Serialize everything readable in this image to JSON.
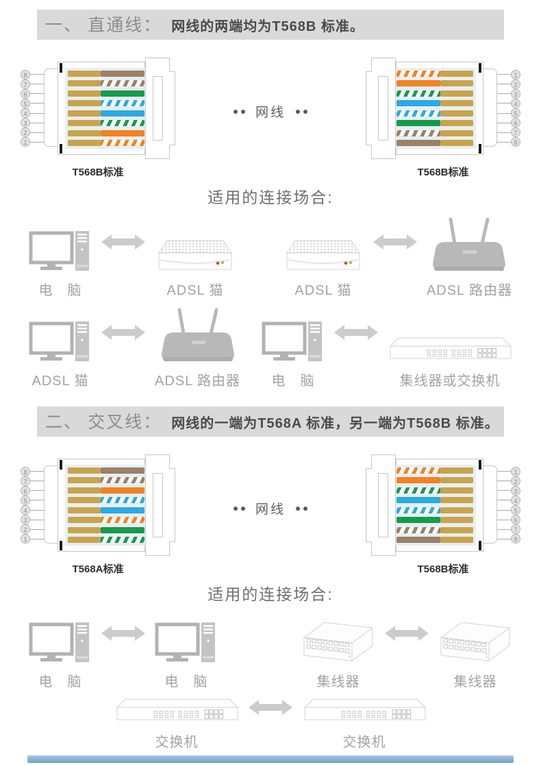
{
  "page": {
    "footer_bar": {
      "color_top": "#a9c8e2",
      "color_bottom": "#6f9fc8"
    }
  },
  "wiring": {
    "standards": {
      "T568A": [
        "green-stripe",
        "green",
        "orange-stripe",
        "blue",
        "blue-stripe",
        "orange",
        "brown-stripe",
        "brown"
      ],
      "T568B": [
        "orange-stripe",
        "orange",
        "green-stripe",
        "blue",
        "blue-stripe",
        "green",
        "brown-stripe",
        "brown"
      ]
    },
    "colors": {
      "orange": "#f5821f",
      "green": "#149c4e",
      "blue": "#2aabe2",
      "brown": "#9b8168",
      "contact_gold": "#c8a44c",
      "stripe_base": "#ffffff"
    }
  },
  "sections": [
    {
      "header": {
        "prefix": "一、 直通线：",
        "desc": "网线的两端均为T568B 标准。"
      },
      "cable_label": "网线",
      "connectors": [
        {
          "side": "left",
          "standard": "T568B",
          "label": "T568B标准",
          "pin_numbers_top_to_bottom": [
            8,
            7,
            6,
            5,
            4,
            3,
            2,
            1
          ]
        },
        {
          "side": "right",
          "standard": "T568B",
          "label": "T568B标准",
          "pin_numbers_top_to_bottom": [
            1,
            2,
            3,
            4,
            5,
            6,
            7,
            8
          ]
        }
      ],
      "scenarios_heading": "适用的连接场合:",
      "scenario_rows": [
        {
          "pairs": [
            {
              "a": {
                "icon": "computer",
                "label": "电　脑"
              },
              "b": {
                "icon": "modem",
                "label": "ADSL 猫"
              }
            },
            {
              "a": {
                "icon": "modem",
                "label": "ADSL 猫"
              },
              "b": {
                "icon": "router",
                "label": "ADSL 路由器"
              }
            }
          ]
        },
        {
          "pairs": [
            {
              "a": {
                "icon": "computer",
                "label": "ADSL 猫"
              },
              "b": {
                "icon": "router",
                "label": "ADSL 路由器"
              }
            },
            {
              "a": {
                "icon": "computer",
                "label": "电　脑"
              },
              "b": {
                "icon": "switch-long",
                "label": "集线器或交换机"
              }
            }
          ]
        }
      ]
    },
    {
      "header": {
        "prefix": "二、 交叉线：",
        "desc": "网线的一端为T568A 标准，另一端为T568B 标准。"
      },
      "cable_label": "网线",
      "connectors": [
        {
          "side": "left",
          "standard": "T568A",
          "label": "T568A标准",
          "pin_numbers_top_to_bottom": [
            8,
            7,
            6,
            5,
            4,
            3,
            2,
            1
          ]
        },
        {
          "side": "right",
          "standard": "T568B",
          "label": "T568B标准",
          "pin_numbers_top_to_bottom": [
            1,
            2,
            3,
            4,
            5,
            6,
            7,
            8
          ]
        }
      ],
      "scenarios_heading": "适用的连接场合:",
      "scenario_rows": [
        {
          "pairs": [
            {
              "a": {
                "icon": "computer",
                "label": "电　脑"
              },
              "b": {
                "icon": "computer",
                "label": "电　脑"
              }
            },
            {
              "a": {
                "icon": "hub",
                "label": "集线器"
              },
              "b": {
                "icon": "hub",
                "label": "集线器"
              }
            }
          ]
        },
        {
          "pairs": [
            {
              "a": {
                "icon": "switch-long",
                "label": "交换机"
              },
              "b": {
                "icon": "switch-long",
                "label": "交换机"
              }
            }
          ]
        }
      ]
    }
  ]
}
